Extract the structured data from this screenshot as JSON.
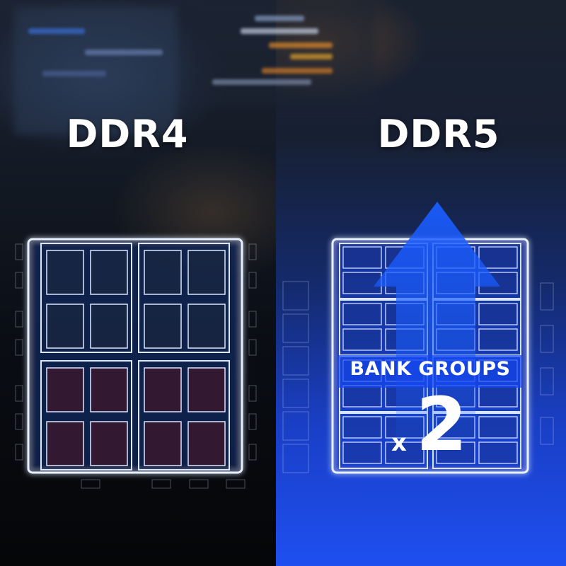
{
  "left": {
    "title": "DDR4",
    "bank_groups": 4,
    "banks_per_group": 4
  },
  "right": {
    "title": "DDR5",
    "bank_groups": 8,
    "banks_per_group": 4,
    "badge_label": "BANK GROUPS",
    "multiplier_prefix": "x",
    "multiplier_value": "2"
  },
  "colors": {
    "outline": "#e6f0ff",
    "glow": "#4d8dff",
    "arrow": "#1a5cff",
    "right_background": "#1f4ff0"
  },
  "icons": [
    "up-arrow-icon"
  ]
}
